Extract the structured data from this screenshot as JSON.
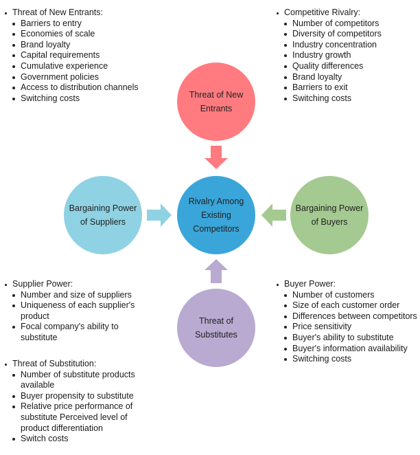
{
  "blocks": {
    "new_entrants": {
      "title": "Threat of New Entrants:",
      "items": [
        "Barriers to entry",
        "Economies of scale",
        "Brand loyalty",
        "Capital requirements",
        "Cumulative experience",
        "Government policies",
        "Access to distribution channels",
        "Switching costs"
      ]
    },
    "rivalry": {
      "title": "Competitive Rivalry:",
      "items": [
        "Number of competitors",
        "Diversity of competitors",
        "Industry concentration",
        "Industry growth",
        "Quality differences",
        "Brand loyalty",
        "Barriers to exit",
        "Switching costs"
      ]
    },
    "supplier": {
      "title": "Supplier Power:",
      "items": [
        "Number and size of suppliers",
        "Uniqueness of each supplier's product",
        "Focal company's ability to substitute"
      ]
    },
    "substitution": {
      "title": "Threat of Substitution:",
      "items": [
        "Number of substitute products available",
        "Buyer propensity to substitute",
        "Relative price performance of substitute Perceived level of product differentiation",
        "Switch costs"
      ]
    },
    "buyer": {
      "title": "Buyer Power:",
      "items": [
        "Number of customers",
        "Size of each customer order",
        "Differences between competitors",
        "Price sensitivity",
        "Buyer's ability to substitute",
        "Buyer's information availability",
        "Switching costs"
      ]
    }
  },
  "circles": {
    "top": {
      "label": "Threat of New Entrants",
      "color": "#ff7b80"
    },
    "center": {
      "label": "Rivalry Among Existing Competitors",
      "color": "#3aa5d9"
    },
    "left": {
      "label": "Bargaining Power of Suppliers",
      "color": "#8fd2e3"
    },
    "right": {
      "label": "Bargaining Power of Buyers",
      "color": "#a4c991"
    },
    "bottom": {
      "label": "Threat of Substitutes",
      "color": "#b8aad0"
    }
  }
}
